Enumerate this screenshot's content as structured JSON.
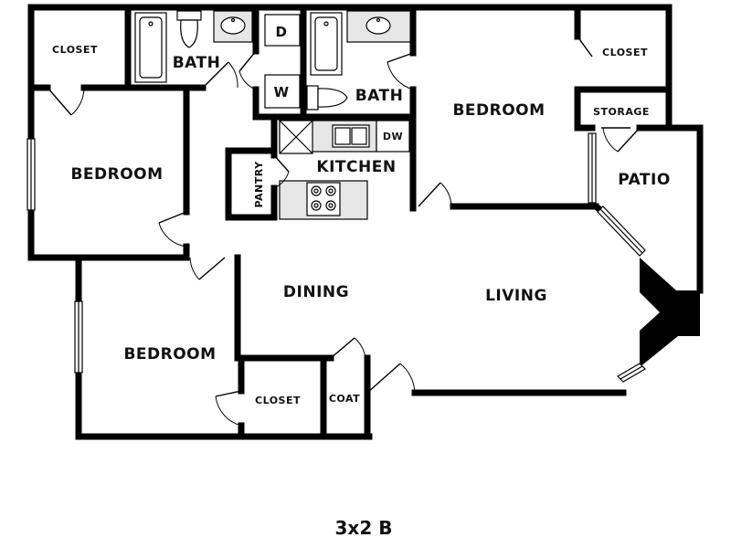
{
  "rooms": {
    "closet_tl": "CLOSET",
    "bath_left": "BATH",
    "dryer": "D",
    "washer": "W",
    "bath_right": "BATH",
    "bedroom_right": "BEDROOM",
    "closet_tr": "CLOSET",
    "storage": "STORAGE",
    "patio": "PATIO",
    "bedroom_left": "BEDROOM",
    "kitchen": "KITCHEN",
    "dishwasher": "DW",
    "pantry": "PANTRY",
    "dining": "DINING",
    "living": "LIVING",
    "bedroom_bottom": "BEDROOM",
    "closet_bottom": "CLOSET",
    "coat": "COAT"
  },
  "unit_name": "3x2 B"
}
